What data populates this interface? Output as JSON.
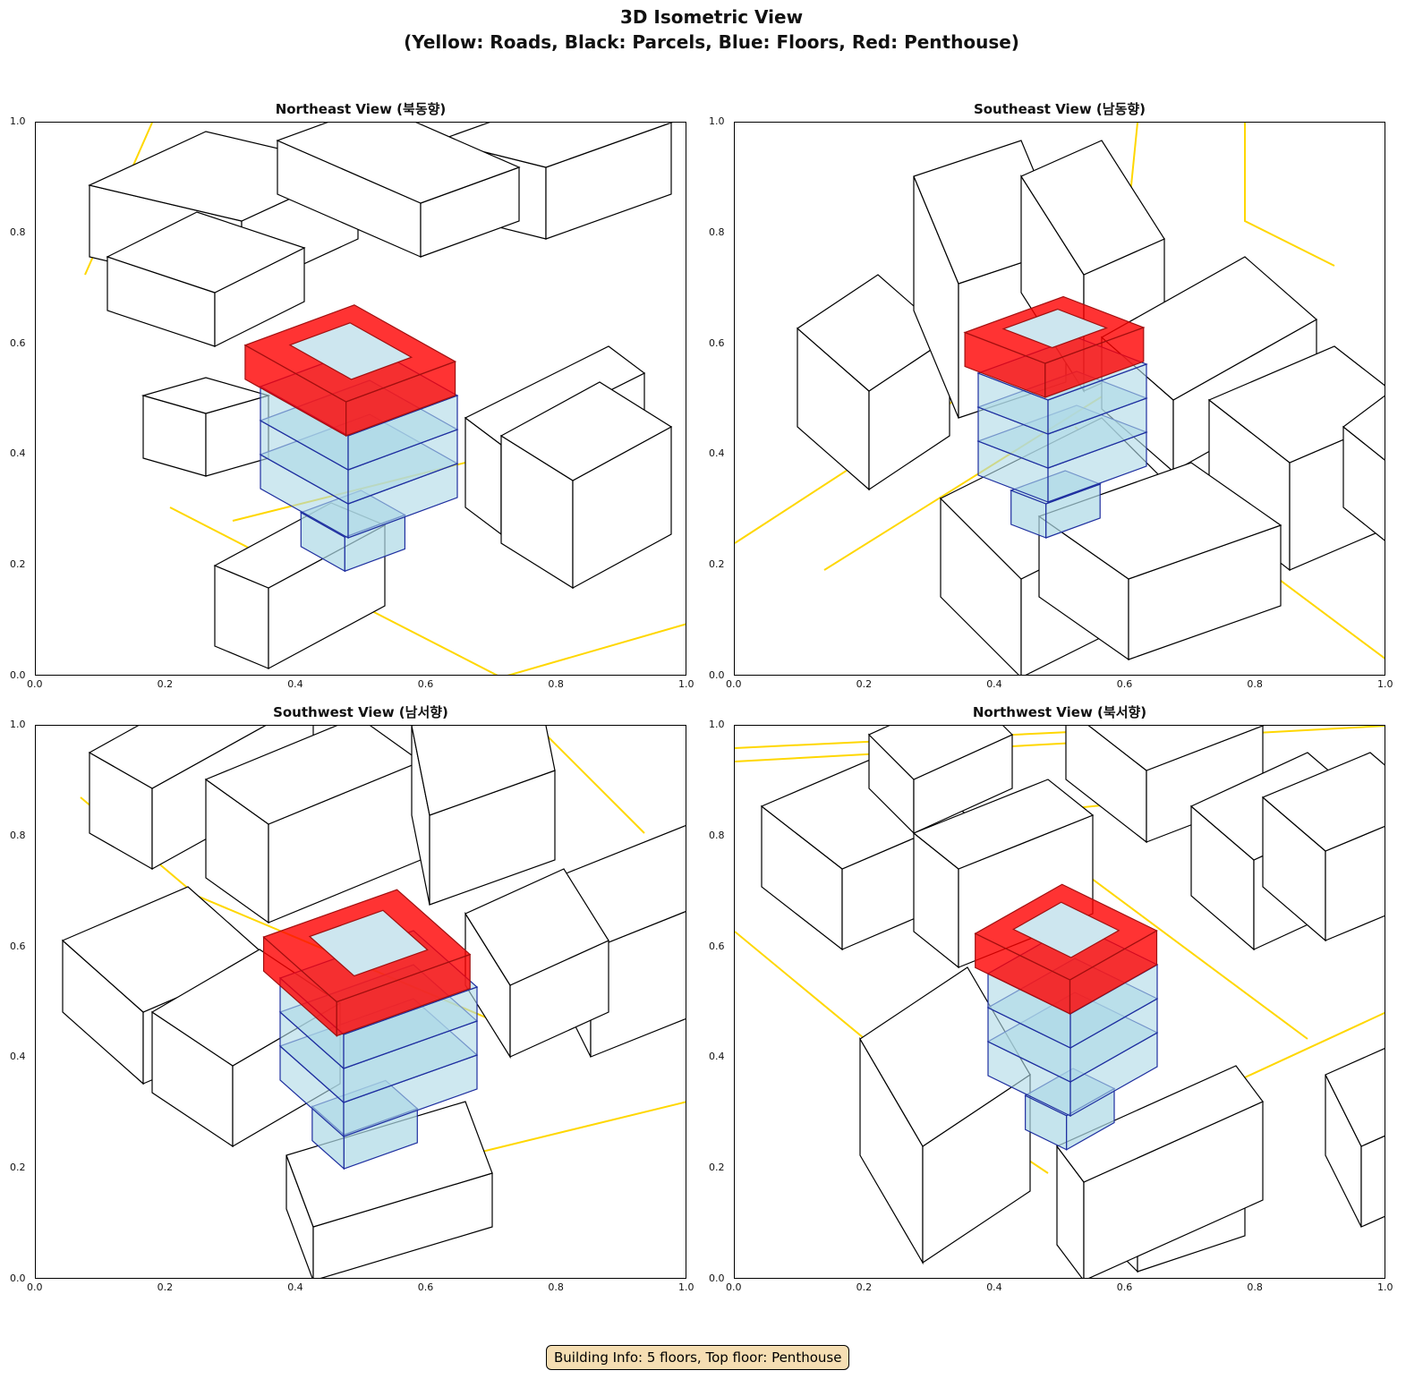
{
  "title_line1": "3D Isometric View",
  "title_line2": "(Yellow: Roads, Black: Parcels, Blue: Floors, Red: Penthouse)",
  "panels": [
    {
      "title": "Northeast View (북동향)"
    },
    {
      "title": "Southeast View (남동향)"
    },
    {
      "title": "Southwest View (남서향)"
    },
    {
      "title": "Northwest View (북서향)"
    }
  ],
  "ticks": [
    "0.0",
    "0.2",
    "0.4",
    "0.6",
    "0.8",
    "1.0"
  ],
  "colors": {
    "road": "#ffd700",
    "parcel": "#000000",
    "floor_fill": "#add8e6",
    "floor_edge": "#1f2fa0",
    "penthouse": "#ff0000"
  },
  "info": "Building Info: 5 floors, Top floor: Penthouse"
}
